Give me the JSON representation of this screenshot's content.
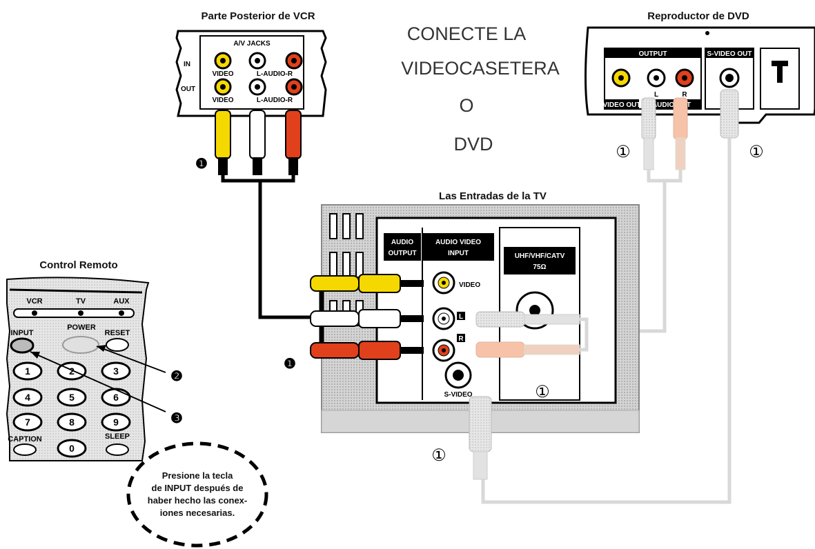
{
  "labels": {
    "vcr_back": "Parte Posterior de VCR",
    "dvd_player": "Reproductor de DVD",
    "tv_inputs": "Las Entradas de la TV",
    "remote": "Control Remoto"
  },
  "heading": {
    "line1": "CONECTE LA",
    "line2": "VIDEOCASETERA",
    "line3": "O",
    "line4": "DVD"
  },
  "vcr_panel": {
    "title": "A/V JACKS",
    "in_label": "IN",
    "out_label": "OUT",
    "video_label": "VIDEO",
    "audio_label": "L-AUDIO-R"
  },
  "dvd_panel": {
    "output_label": "OUTPUT",
    "svideo_out_label": "S-VIDEO OUT",
    "l_label": "L",
    "r_label": "R",
    "video_out_label": "VIDEO OUT",
    "audio_out_label": "AUDIO OUT"
  },
  "tv_panel": {
    "audio_output_1": "AUDIO",
    "audio_output_2": "OUTPUT",
    "av_input_1": "AUDIO VIDEO",
    "av_input_2": "INPUT",
    "uhf_1": "UHF/VHF/CATV",
    "uhf_2": "75Ω",
    "video_label": "VIDEO",
    "l_label": "L",
    "r_label": "R",
    "svideo_label": "S-VIDEO"
  },
  "remote_keys": {
    "vcr": "VCR",
    "tv": "TV",
    "aux": "AUX",
    "input": "INPUT",
    "power": "POWER",
    "reset": "RESET",
    "caption": "CAPTION",
    "sleep": "SLEEP",
    "digits": [
      "1",
      "2",
      "3",
      "4",
      "5",
      "6",
      "7",
      "8",
      "9",
      "0"
    ]
  },
  "markers": {
    "step1": "❶",
    "step2": "❷",
    "step3": "❸",
    "alt": "①"
  },
  "note": {
    "line1": "Presione la tecla",
    "line2": "de INPUT después de",
    "line3": "haber hecho las conex-",
    "line4": "iones necesarias."
  },
  "colors": {
    "yellow_cable": "#f5d800",
    "red_cable": "#e0401c",
    "white_cable": "#ffffff",
    "light_cable": "#d8d8d8",
    "light_red": "#f7c3a8",
    "panel_grey": "#d9d9d9"
  }
}
